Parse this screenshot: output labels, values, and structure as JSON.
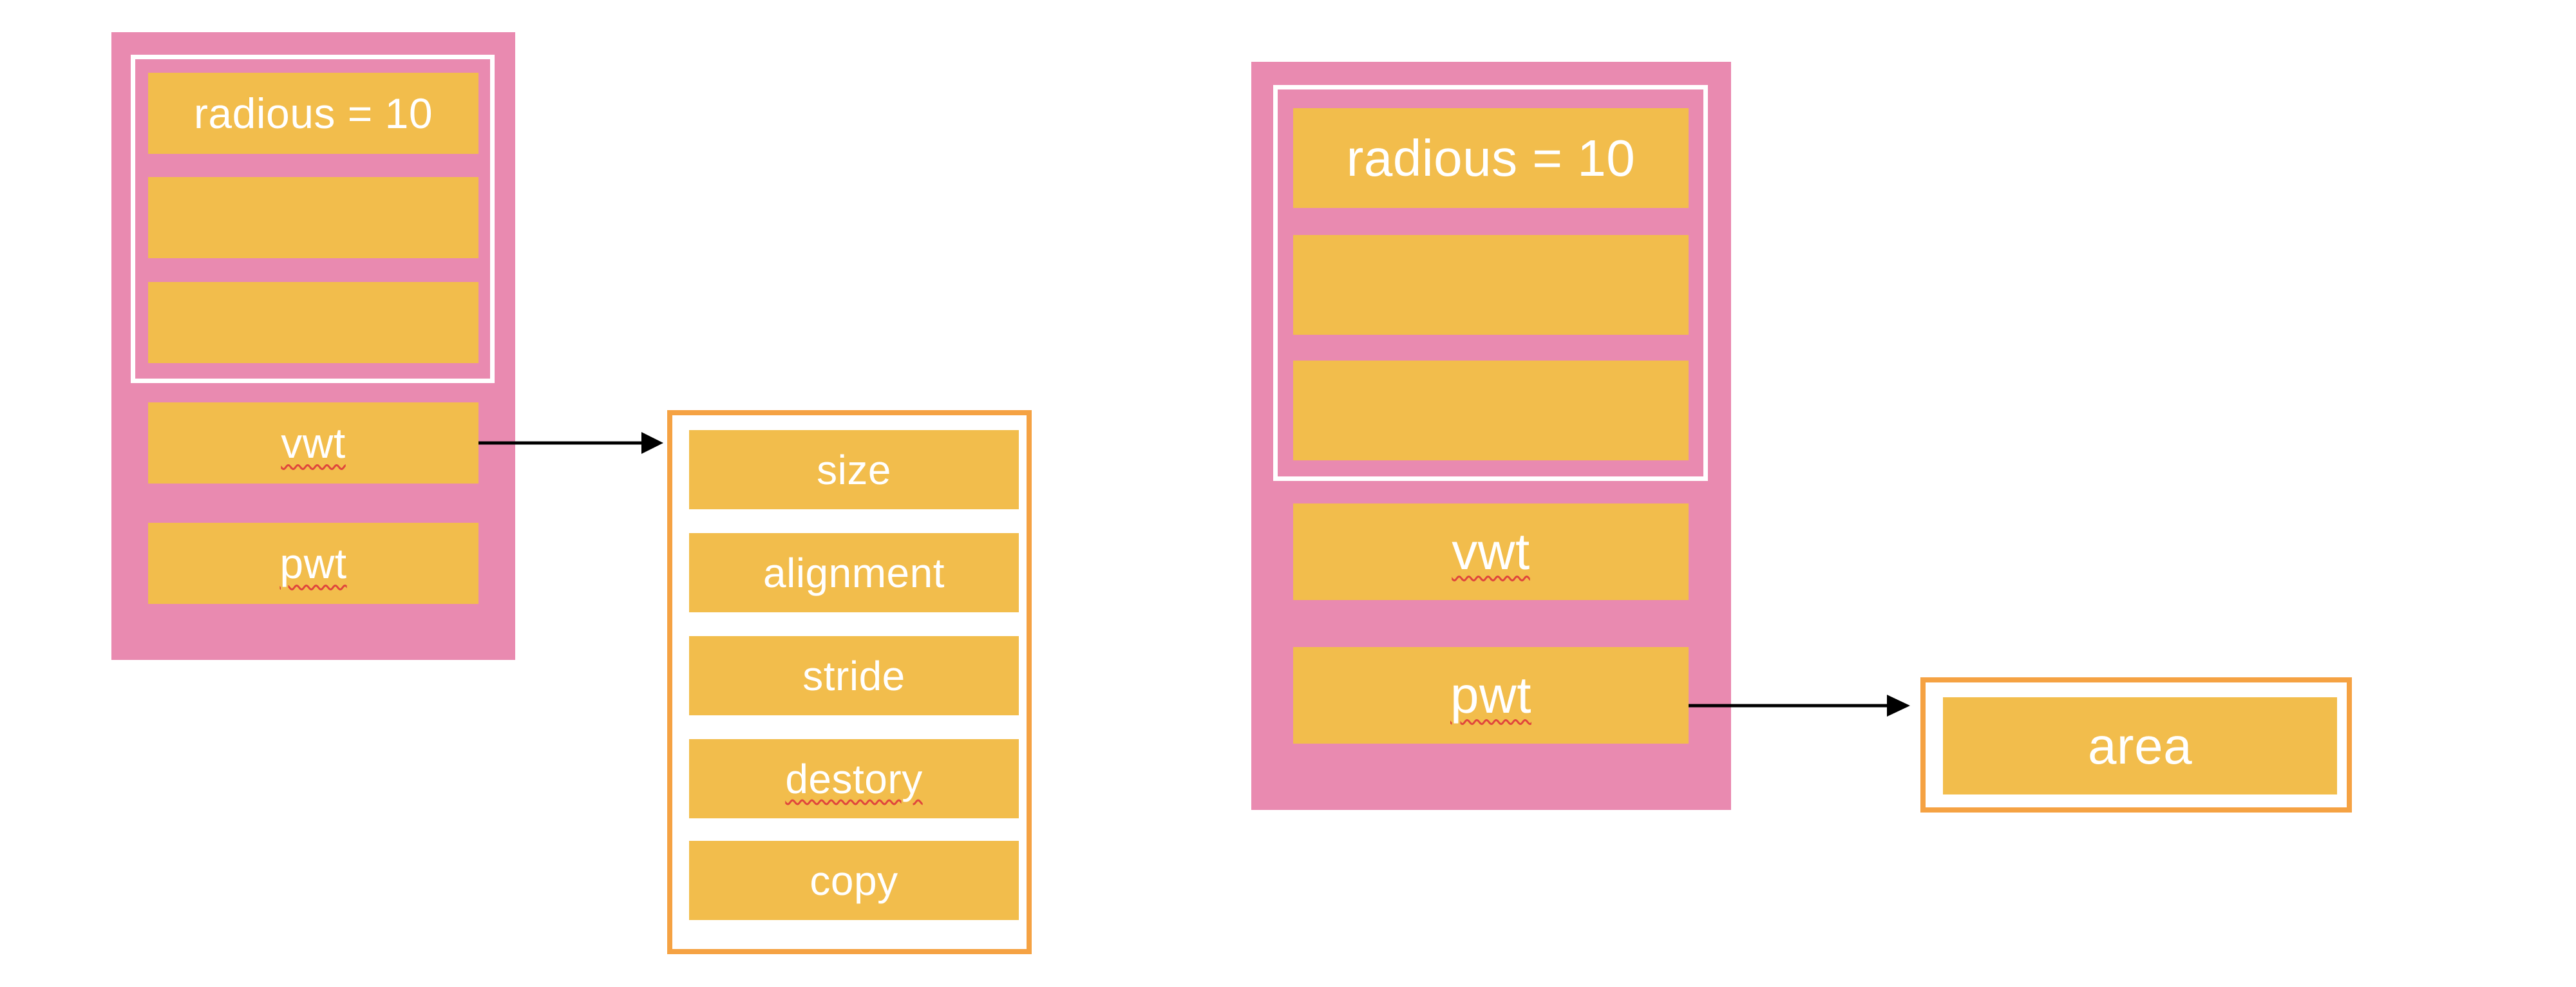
{
  "left_container": {
    "buffer_fields": [
      "radious = 10",
      "",
      ""
    ],
    "vwt_label": "vwt",
    "pwt_label": "pwt"
  },
  "value_witness_table": {
    "rows": [
      "size",
      "alignment",
      "stride",
      "destory",
      "copy"
    ]
  },
  "right_container": {
    "buffer_fields": [
      "radious = 10",
      "",
      ""
    ],
    "vwt_label": "vwt",
    "pwt_label": "pwt"
  },
  "protocol_witness_table": {
    "rows": [
      "area"
    ]
  },
  "colors": {
    "container": "#E98AB0",
    "field": "#F2BD4C",
    "table_border": "#F5A243",
    "arrow": "#000000"
  }
}
